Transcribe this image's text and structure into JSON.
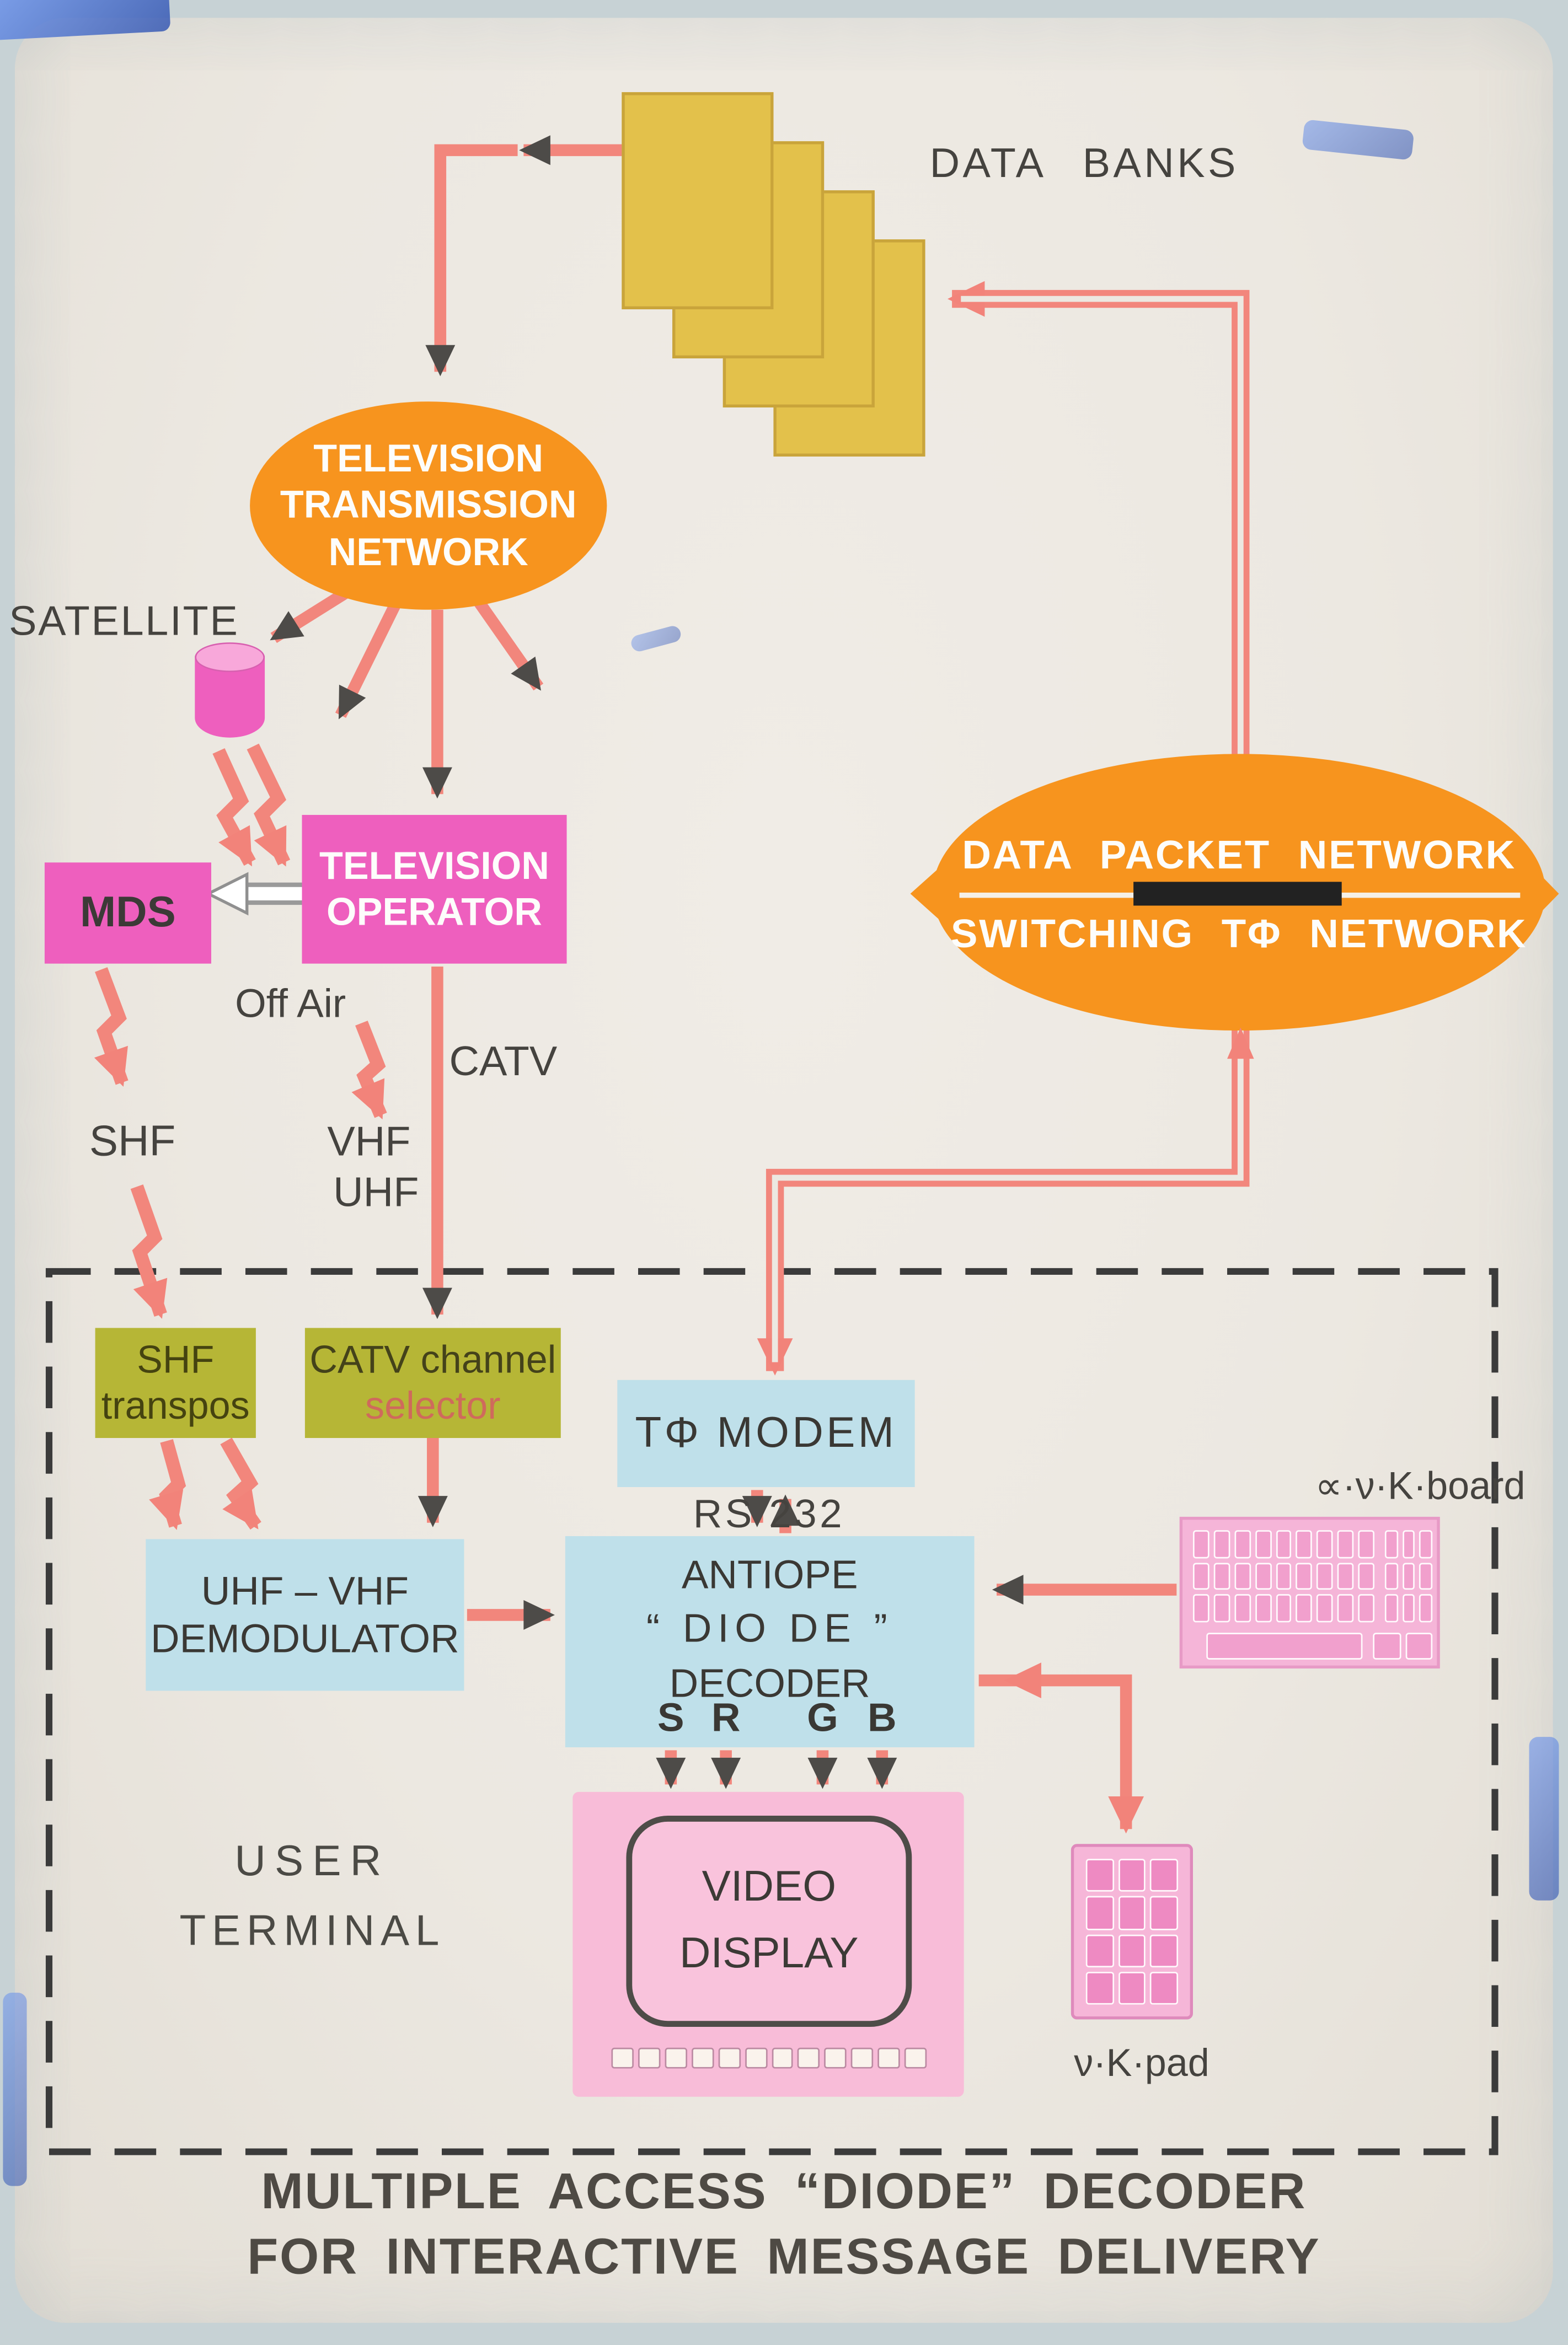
{
  "palette": {
    "mount_bg": "#c7d2d5",
    "slide_bg": "#ece8e1",
    "orange": "#f7941e",
    "magenta": "#ee5fbe",
    "salmon": "#f2867c",
    "olive": "#b6b636",
    "lightblue": "#bfe0ea",
    "yellow": "#e3c14b",
    "key_pink": "#f1a0cd",
    "ink": "#45433f",
    "film_blue": "#4a72d0",
    "arrowhead_dark": "#4d4b48"
  },
  "title": {
    "line1": "MULTIPLE ACCESS “DIODE” DECODER",
    "line2": "FOR INTERACTIVE MESSAGE DELIVERY"
  },
  "nodes": {
    "data_banks": {
      "label": "DATA BANKS"
    },
    "tv_network": {
      "line1": "TELEVISION",
      "line2": "TRANSMISSION",
      "line3": "NETWORK"
    },
    "satellite": {
      "label": "SATELLITE"
    },
    "mds": {
      "label": "MDS"
    },
    "tv_operator": {
      "line1": "TELEVISION",
      "line2": "OPERATOR"
    },
    "dpn": {
      "line1": "DATA PACKET NETWORK",
      "line2": "SWITCHING TΦ NETWORK"
    },
    "shf_transpos": {
      "line1": "SHF",
      "line2": "transpos"
    },
    "catv_selector": {
      "line1": "CATV channel",
      "line2": "selector"
    },
    "tf_modem": {
      "label": "TΦ MODEM"
    },
    "demod": {
      "line1": "UHF – VHF",
      "line2": "DEMODULATOR"
    },
    "decoder": {
      "line1": "ANTIOPE",
      "line2": "“ DIO DE ”",
      "line3": "DECODER",
      "pins": [
        "S",
        "R",
        "G",
        "B"
      ]
    },
    "video_display": {
      "line1": "VIDEO",
      "line2": "DISPLAY"
    },
    "keyboard": {
      "label": "∝·ν·K·board"
    },
    "keypad": {
      "label": "ν·K·pad"
    },
    "user_terminal": {
      "line1": "USER",
      "line2": "TERMINAL"
    }
  },
  "edge_labels": {
    "off_air": "Off Air",
    "catv": "CATV",
    "shf": "SHF",
    "vhf": "VHF",
    "uhf": "UHF",
    "rs232": "RS 232"
  }
}
